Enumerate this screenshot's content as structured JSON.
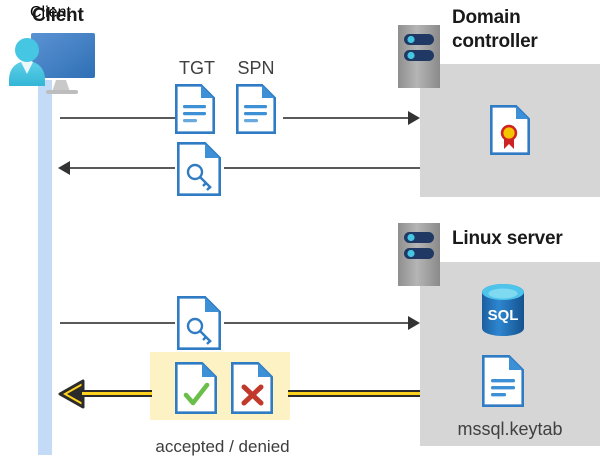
{
  "diagram": {
    "type": "kerberos-authentication-sequence",
    "actors": {
      "client": {
        "label": "Client",
        "icon": "user-monitor-icon"
      },
      "domain_controller": {
        "label": "Domain\ncontroller",
        "label_line1": "Domain",
        "label_line2": "controller",
        "server_icon": "server-rack-icon",
        "contents": [
          {
            "icon": "certificate-document-icon",
            "label": ""
          }
        ]
      },
      "linux_server": {
        "label": "Linux server",
        "server_icon": "server-rack-icon",
        "contents": [
          {
            "icon": "sql-database-icon",
            "label": "SQL"
          },
          {
            "icon": "keytab-document-icon",
            "label": "mssql.keytab"
          }
        ]
      }
    },
    "messages": [
      {
        "id": "msg-1",
        "direction": "right",
        "from": "client",
        "to": "domain_controller",
        "icons": [
          {
            "name": "tgt-document-icon",
            "label": "TGT"
          },
          {
            "name": "spn-document-icon",
            "label": "SPN"
          }
        ]
      },
      {
        "id": "msg-2",
        "direction": "left",
        "from": "domain_controller",
        "to": "client",
        "icons": [
          {
            "name": "service-ticket-key-document-icon",
            "label": ""
          }
        ]
      },
      {
        "id": "msg-3",
        "direction": "right",
        "from": "client",
        "to": "linux_server",
        "icons": [
          {
            "name": "service-ticket-key-document-icon",
            "label": ""
          }
        ]
      },
      {
        "id": "msg-4",
        "direction": "left",
        "from": "linux_server",
        "to": "client",
        "highlighted": true,
        "caption": "accepted / denied",
        "icons": [
          {
            "name": "accepted-document-icon",
            "label": "accepted"
          },
          {
            "name": "denied-document-icon",
            "label": "denied"
          }
        ]
      }
    ],
    "labels": {
      "tgt": "TGT",
      "spn": "SPN",
      "keytab": "mssql.keytab",
      "sql": "SQL",
      "accepted_denied": "accepted / denied"
    },
    "colors": {
      "panel_gray": "#d6d6d6",
      "lifeline_blue": "#c3dbf7",
      "highlight_yellow": "#fdf2c4",
      "arrow_yellow": "#ffd21e",
      "doc_border_blue": "#2f7cc4",
      "doc_fold_blue": "#3d8fd6",
      "accept_green": "#6abf4b",
      "deny_red": "#c0392b",
      "sql_blue": "#2072b8",
      "server_gray": "#9a9a9a",
      "server_navy": "#1f3864",
      "cert_gold": "#f5c400",
      "cert_red": "#cf2222",
      "line_gray": "#5a5a5a",
      "text_dark": "#1a1a1a"
    }
  }
}
